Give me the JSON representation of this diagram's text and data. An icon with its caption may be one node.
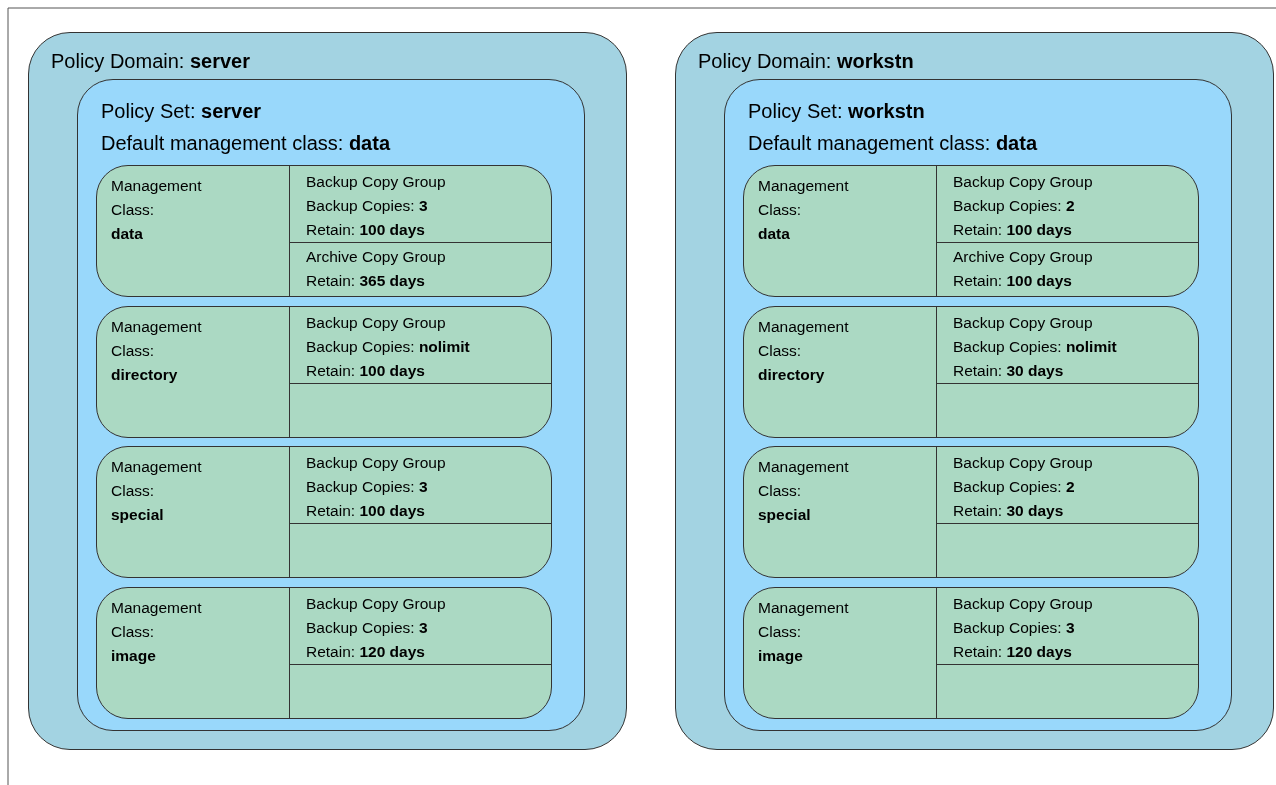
{
  "diagram": {
    "nodes": [
      {
        "text": [
          "Policy Domain: **server**"
        ]
      },
      {
        "text": [
          "Policy Set: **server**",
          "Default management class: **data**"
        ],
        "in": 0
      },
      {
        "text": [
          "Management Class: **data**"
        ],
        "in": 1
      },
      {
        "text": [
          "Backup Copy Group",
          "Backup Copies: **3**",
          "Retain: **100 days**"
        ],
        "in": 2
      },
      {
        "text": [
          "Archive Copy Group",
          "Retain: **365 days**"
        ],
        "in": 2
      },
      {
        "text": [
          "Management Class: **directory**"
        ],
        "in": 1
      },
      {
        "text": [
          "Backup Copy Group",
          "Backup Copies: **nolimit**",
          "Retain: **100 days**"
        ],
        "in": 5
      },
      {
        "text": [],
        "shape": "box",
        "in": 5
      },
      {
        "text": [
          "Management Class: **special**"
        ],
        "in": 1
      },
      {
        "text": [
          "Backup Copy Group",
          "Backup Copies: **3**",
          "Retain: **100 days**"
        ],
        "in": 8
      },
      {
        "text": [],
        "shape": "box",
        "in": 8
      },
      {
        "text": [
          "Management Class: **image**"
        ],
        "in": 1
      },
      {
        "text": [
          "Backup Copy Group",
          "Backup Copies: **3**",
          "Retain: **120 days**"
        ],
        "in": 11
      },
      {
        "text": [],
        "shape": "box",
        "in": 11
      },
      {
        "text": [
          "Policy Domain: **workstn**"
        ]
      },
      {
        "text": [
          "Policy Set: **workstn**",
          "Default management class: **data**"
        ],
        "in": 14
      },
      {
        "text": [
          "Management Class: **data**"
        ],
        "in": 15
      },
      {
        "text": [
          "Backup Copy Group",
          "Backup Copies: **2**",
          "Retain: **100 days**"
        ],
        "in": 16
      },
      {
        "text": [
          "Archive Copy Group",
          "Retain: **100 days**"
        ],
        "in": 16
      },
      {
        "text": [
          "Management Class: **directory**"
        ],
        "in": 15
      },
      {
        "text": [
          "Backup Copy Group",
          "Backup Copies: **nolimit**",
          "Retain: **30 days**"
        ],
        "in": 19
      },
      {
        "text": [],
        "shape": "box",
        "in": 19
      },
      {
        "text": [
          "Management Class: **special**"
        ],
        "in": 15
      },
      {
        "text": [
          "Backup Copy Group",
          "Backup Copies: **2**",
          "Retain: **30 days**"
        ],
        "in": 22
      },
      {
        "text": [],
        "shape": "box",
        "in": 22
      },
      {
        "text": [
          "Management Class: **image**"
        ],
        "in": 15
      },
      {
        "text": [
          "Backup Copy Group",
          "Backup Copies: **3**",
          "Retain: **120 days**"
        ],
        "in": 25
      },
      {
        "text": [],
        "shape": "box",
        "in": 25
      }
    ]
  }
}
